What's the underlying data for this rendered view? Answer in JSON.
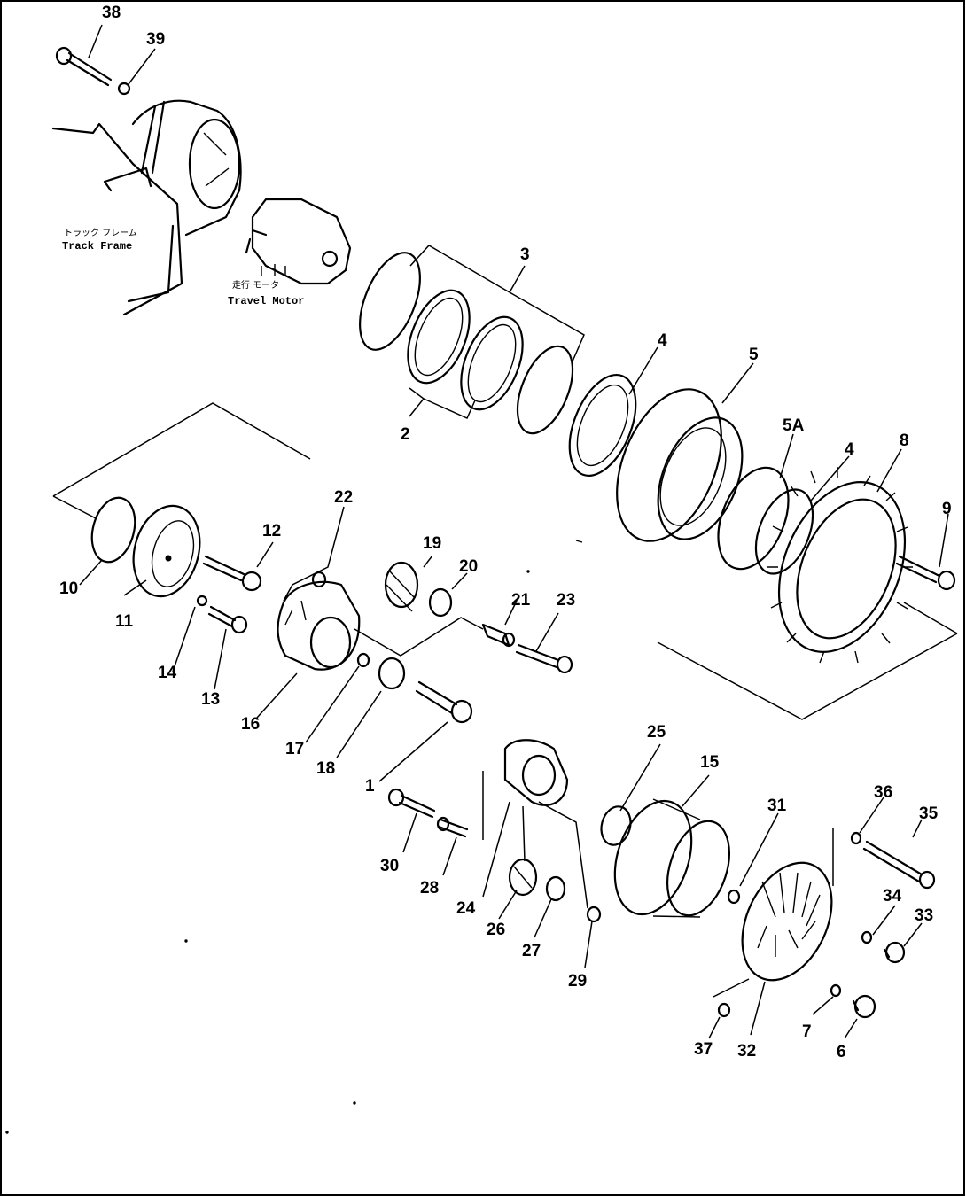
{
  "captions": {
    "track_frame_jp": "トラック フレーム",
    "track_frame_en": "Track Frame",
    "travel_motor_jp": "走行 モータ",
    "travel_motor_en": "Travel Motor"
  },
  "part_numbers": [
    "38",
    "39",
    "3",
    "2",
    "4",
    "5",
    "5A",
    "4",
    "8",
    "9",
    "22",
    "19",
    "20",
    "12",
    "10",
    "11",
    "14",
    "13",
    "16",
    "17",
    "18",
    "21",
    "23",
    "1",
    "25",
    "15",
    "31",
    "36",
    "35",
    "30",
    "28",
    "24",
    "26",
    "27",
    "29",
    "34",
    "33",
    "32",
    "37",
    "7",
    "6"
  ]
}
